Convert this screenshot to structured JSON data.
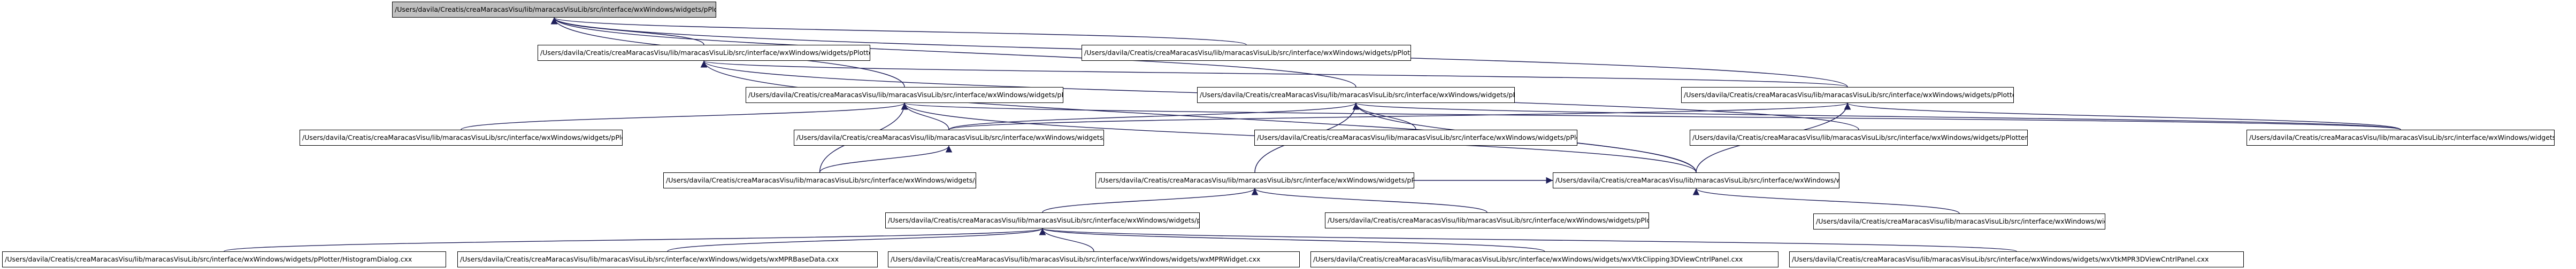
{
  "graph": {
    "root": "/Users/davila/Creatis/creaMaracasVisu/lib/maracasVisuLib/src/interface/wxWindows/widgets/pPlotter/pPlotterLayer.h",
    "nodes": {
      "n_layer_h": "/Users/davila/Creatis/creaMaracasVisu/lib/maracasVisuLib/src/interface/wxWindows/widgets/pPlotter/pPlotterLayer.h",
      "n_graphfunc_h": "/Users/davila/Creatis/creaMaracasVisu/lib/maracasVisuLib/src/interface/wxWindows/widgets/pPlotter/pGraphicalFunction.h",
      "n_layer_cxx": "/Users/davila/Creatis/creaMaracasVisu/lib/maracasVisuLib/src/interface/wxWindows/widgets/pPlotter/pPlotterLayer.cxx",
      "n_scalex_h": "/Users/davila/Creatis/creaMaracasVisu/lib/maracasVisuLib/src/interface/wxWindows/widgets/pPlotter/pPlotterScaleX.h",
      "n_scaley_h": "/Users/davila/Creatis/creaMaracasVisu/lib/maracasVisuLib/src/interface/wxWindows/widgets/pPlotter/pPlotterScaleY.h",
      "n_window_h": "/Users/davila/Creatis/creaMaracasVisu/lib/maracasVisuLib/src/interface/wxWindows/widgets/pPlotter/pPlotterWindow.h",
      "n_graphfunc_cxx": "/Users/davila/Creatis/creaMaracasVisu/lib/maracasVisuLib/src/interface/wxWindows/widgets/pPlotter/pGraphicalFunction.cxx",
      "n_scalex_cxx": "/Users/davila/Creatis/creaMaracasVisu/lib/maracasVisuLib/src/interface/wxWindows/widgets/pPlotter/pPlotterScaleX.cxx",
      "n_histogram_h": "/Users/davila/Creatis/creaMaracasVisu/lib/maracasVisuLib/src/interface/wxWindows/widgets/pPlotter/pHistogram.h",
      "n_scaley_cxx": "/Users/davila/Creatis/creaMaracasVisu/lib/maracasVisuLib/src/interface/wxWindows/widgets/pPlotter/pPlotterScaleY.cxx",
      "n_plotter_h": "/Users/davila/Creatis/creaMaracasVisu/lib/maracasVisuLib/src/interface/wxWindows/widgets/pPlotter/pPlotter.h",
      "n_window_cxx": "/Users/davila/Creatis/creaMaracasVisu/lib/maracasVisuLib/src/interface/wxWindows/widgets/pPlotter/pPlotterWindow.cxx",
      "n_histogram_cxx": "/Users/davila/Creatis/creaMaracasVisu/lib/maracasVisuLib/src/interface/wxWindows/widgets/pPlotter/pHistogram.cxx",
      "n_histwidget_h": "/Users/davila/Creatis/creaMaracasVisu/lib/maracasVisuLib/src/interface/wxWindows/widgets/pPlotter/HistogramWidget.h",
      "n_plotter_cxx": "/Users/davila/Creatis/creaMaracasVisu/lib/maracasVisuLib/src/interface/wxWindows/widgets/pPlotter/pPlotter.cxx",
      "n_histdialog_h": "/Users/davila/Creatis/creaMaracasVisu/lib/maracasVisuLib/src/interface/wxWindows/widgets/pPlotter/HistogramDialog.h",
      "n_histwidget_cxx": "/Users/davila/Creatis/creaMaracasVisu/lib/maracasVisuLib/src/interface/wxWindows/widgets/pPlotter/HistogramWidget.cxx",
      "n_histdialog_cxx": "/Users/davila/Creatis/creaMaracasVisu/lib/maracasVisuLib/src/interface/wxWindows/widgets/pPlotter/HistogramDialog.cxx",
      "n_mprbase_cxx": "/Users/davila/Creatis/creaMaracasVisu/lib/maracasVisuLib/src/interface/wxWindows/widgets/wxMPRBaseData.cxx",
      "n_mprwidget_cxx": "/Users/davila/Creatis/creaMaracasVisu/lib/maracasVisuLib/src/interface/wxWindows/widgets/wxMPRWidget.cxx",
      "n_clipping_cxx": "/Users/davila/Creatis/creaMaracasVisu/lib/maracasVisuLib/src/interface/wxWindows/widgets/wxVtkClipping3DViewCntrlPanel.cxx",
      "n_mpr3d_cxx": "/Users/davila/Creatis/creaMaracasVisu/lib/maracasVisuLib/src/interface/wxWindows/widgets/wxVtkMPR3DViewCntrlPanel.cxx"
    },
    "edges": [
      [
        "n_graphfunc_h",
        "n_layer_h"
      ],
      [
        "n_layer_cxx",
        "n_layer_h"
      ],
      [
        "n_scalex_h",
        "n_layer_h"
      ],
      [
        "n_scaley_h",
        "n_layer_h"
      ],
      [
        "n_window_h",
        "n_layer_h"
      ],
      [
        "n_graphfunc_cxx",
        "n_graphfunc_h"
      ],
      [
        "n_window_h",
        "n_graphfunc_h"
      ],
      [
        "n_plotter_h",
        "n_graphfunc_h"
      ],
      [
        "n_scalex_cxx",
        "n_scalex_h"
      ],
      [
        "n_histogram_h",
        "n_scalex_h"
      ],
      [
        "n_plotter_h",
        "n_scalex_h"
      ],
      [
        "n_histogram_cxx",
        "n_scalex_h"
      ],
      [
        "n_window_cxx",
        "n_scalex_h"
      ],
      [
        "n_histogram_h",
        "n_scaley_h"
      ],
      [
        "n_scaley_cxx",
        "n_scaley_h"
      ],
      [
        "n_plotter_h",
        "n_scaley_h"
      ],
      [
        "n_window_cxx",
        "n_scaley_h"
      ],
      [
        "n_histwidget_h",
        "n_scaley_h"
      ],
      [
        "n_plotter_h",
        "n_window_h"
      ],
      [
        "n_window_cxx",
        "n_window_h"
      ],
      [
        "n_histogram_h",
        "n_window_h"
      ],
      [
        "n_histogram_cxx",
        "n_histogram_h"
      ],
      [
        "n_histwidget_h",
        "n_plotter_h"
      ],
      [
        "n_plotter_cxx",
        "n_plotter_h"
      ],
      [
        "n_histdialog_h",
        "n_histwidget_h"
      ],
      [
        "n_histwidget_cxx",
        "n_histwidget_h"
      ],
      [
        "n_histdialog_cxx",
        "n_histdialog_h"
      ],
      [
        "n_mprbase_cxx",
        "n_histdialog_h"
      ],
      [
        "n_mprwidget_cxx",
        "n_histdialog_h"
      ],
      [
        "n_clipping_cxx",
        "n_histdialog_h"
      ],
      [
        "n_mpr3d_cxx",
        "n_histdialog_h"
      ]
    ],
    "colors": {
      "edge": "#1f1f5a",
      "root_fill": "#bfbfbf",
      "node_border": "#000000"
    }
  }
}
